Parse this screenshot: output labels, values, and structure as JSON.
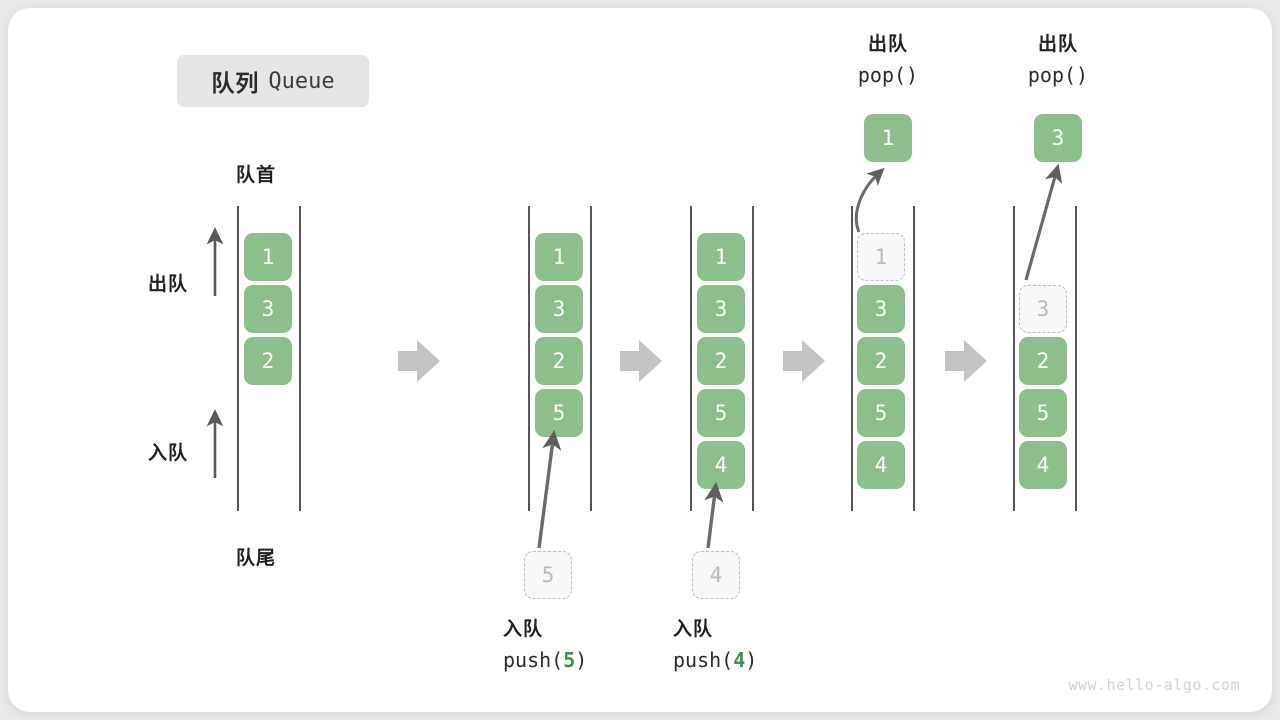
{
  "title": {
    "cn": "队列",
    "en": "Queue"
  },
  "labels": {
    "head": "队首",
    "tail": "队尾",
    "dequeue": "出队",
    "enqueue": "入队"
  },
  "watermark": "www.hello-algo.com",
  "colors": {
    "cell_green": "#8cbf8c",
    "ghost_fill": "#f8f8f8",
    "ghost_border": "#bdbdbd",
    "arrow_gray": "#595959",
    "step_arrow": "#c4c4c4",
    "badge_bg": "#e6e6e6",
    "code_accent": "#3f8f4e"
  },
  "steps": [
    {
      "id": "initial",
      "cells": [
        "1",
        "3",
        "2"
      ],
      "ghost": null,
      "popped": null,
      "op_cn": "",
      "op_code": ""
    },
    {
      "id": "push-5",
      "cells": [
        "1",
        "3",
        "2",
        "5"
      ],
      "ghost": {
        "value": "5",
        "position": "bottom"
      },
      "popped": null,
      "op_cn": "入队",
      "op_code_prefix": "push(",
      "op_code_arg": "5",
      "op_code_suffix": ")"
    },
    {
      "id": "push-4",
      "cells": [
        "1",
        "3",
        "2",
        "5",
        "4"
      ],
      "ghost": {
        "value": "4",
        "position": "bottom"
      },
      "popped": null,
      "op_cn": "入队",
      "op_code_prefix": "push(",
      "op_code_arg": "4",
      "op_code_suffix": ")"
    },
    {
      "id": "pop-1",
      "cells": [
        "3",
        "2",
        "5",
        "4"
      ],
      "ghost": {
        "value": "1",
        "position": "top"
      },
      "popped": "1",
      "op_cn": "出队",
      "op_code": "pop()"
    },
    {
      "id": "pop-3",
      "cells": [
        "2",
        "5",
        "4"
      ],
      "ghost": {
        "value": "3",
        "position": "top"
      },
      "popped": "3",
      "op_cn": "出队",
      "op_code": "pop()"
    }
  ],
  "step_arrows": 4
}
